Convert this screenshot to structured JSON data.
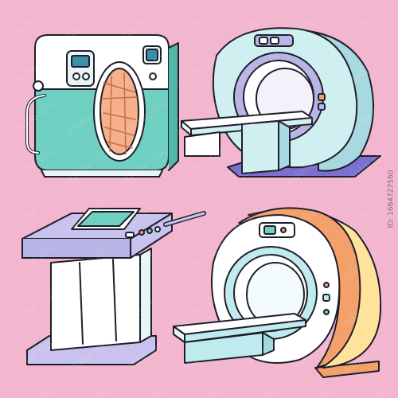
{
  "image": {
    "background_color": "#f2b6cf",
    "outline_color": "#1e1e2a",
    "stock_id_text": "ID: 1664727560",
    "items": [
      {
        "name": "washer-disinfector",
        "icon": "washer-icon",
        "colors": [
          "#ffffff",
          "#6fcfc0",
          "#f6b08a"
        ]
      },
      {
        "name": "mri-scanner-purple",
        "icon": "scanner-icon",
        "colors": [
          "#cfeff0",
          "#b7b4e6",
          "#7b6fd0"
        ]
      },
      {
        "name": "control-console",
        "icon": "console-icon",
        "colors": [
          "#ffffff",
          "#c8c2ee",
          "#6fd0c2"
        ]
      },
      {
        "name": "mri-scanner-orange",
        "icon": "scanner-icon",
        "colors": [
          "#ffe39a",
          "#f4a06a",
          "#bfeaee"
        ]
      }
    ]
  }
}
